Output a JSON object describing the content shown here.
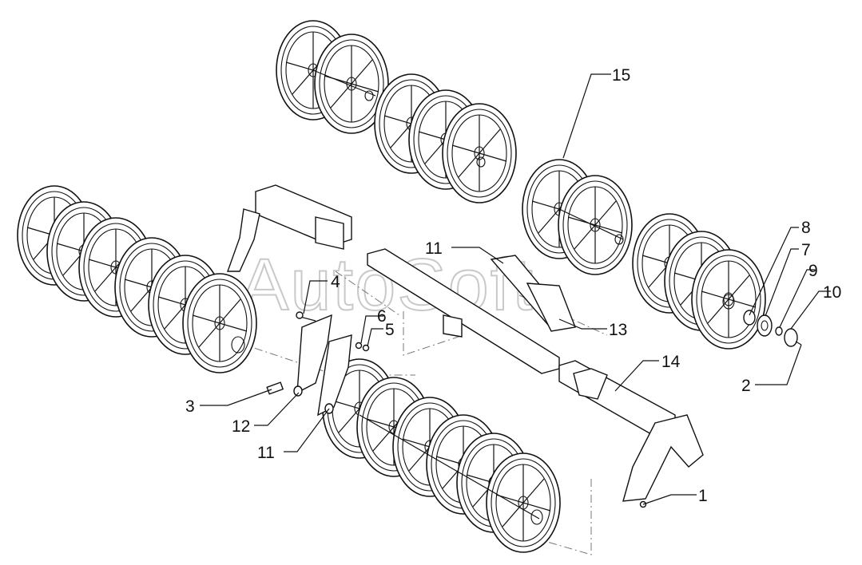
{
  "watermark": "AutoSoft",
  "callouts": [
    {
      "id": "1",
      "text": "1"
    },
    {
      "id": "2",
      "text": "2"
    },
    {
      "id": "3",
      "text": "3"
    },
    {
      "id": "4",
      "text": "4"
    },
    {
      "id": "5",
      "text": "5"
    },
    {
      "id": "6",
      "text": "6"
    },
    {
      "id": "7",
      "text": "7"
    },
    {
      "id": "8",
      "text": "8"
    },
    {
      "id": "9",
      "text": "9"
    },
    {
      "id": "10",
      "text": "10"
    },
    {
      "id": "11a",
      "text": "11"
    },
    {
      "id": "11b",
      "text": "11"
    },
    {
      "id": "12",
      "text": "12"
    },
    {
      "id": "13",
      "text": "13"
    },
    {
      "id": "14",
      "text": "14"
    },
    {
      "id": "15",
      "text": "15"
    }
  ],
  "colors": {
    "line": "#111111",
    "watermark": "#c9c9c9",
    "background": "#ffffff"
  }
}
